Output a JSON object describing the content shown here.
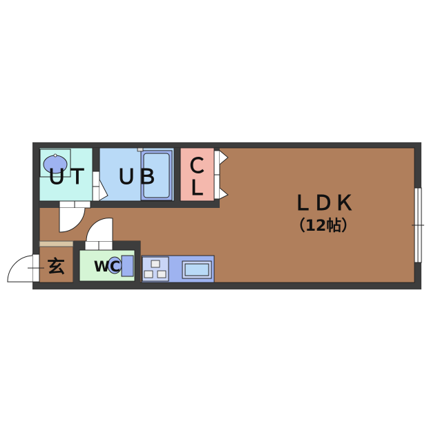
{
  "rooms": {
    "ut": {
      "label": "ＵＴ",
      "color": "#c6f5f0"
    },
    "ub": {
      "label": "ＵＢ",
      "color": "#b9daf7"
    },
    "cl": {
      "label_c": "Ｃ",
      "label_l": "Ｌ",
      "color": "#f4b8ad"
    },
    "ldk": {
      "label": "ＬＤＫ",
      "size": "（12帖）",
      "color": "#b07f5c"
    },
    "genkan": {
      "label": "玄",
      "color": "#b07f5c"
    },
    "wc": {
      "label": "WC",
      "color": "#d5f5d5"
    }
  },
  "colors": {
    "wall": "#3d3d3d",
    "fixture_blue": "#9eb3f0"
  }
}
